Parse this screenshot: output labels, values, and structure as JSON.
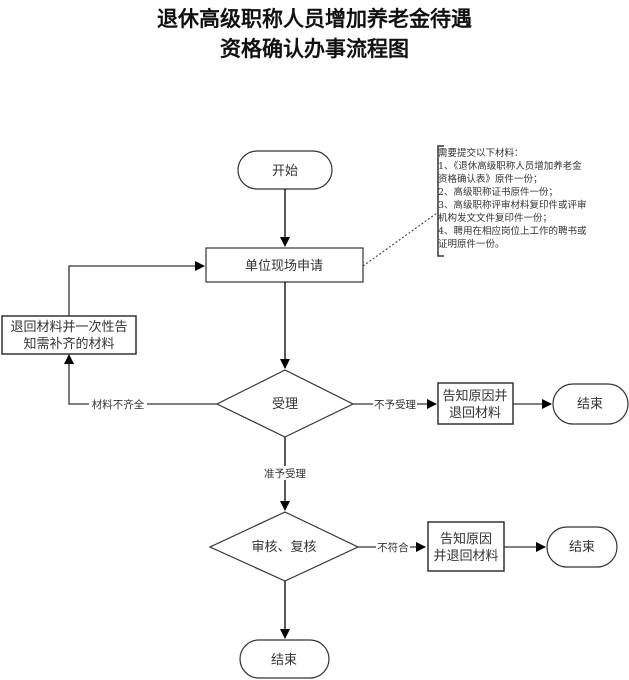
{
  "title": {
    "line1": "退休高级职称人员增加养老金待遇",
    "line2": "资格确认办事流程图"
  },
  "nodes": {
    "start": "开始",
    "apply": "单位现场申请",
    "return_materials": [
      "退回材料并一次性告",
      "知需补齐的材料"
    ],
    "accept": "受理",
    "reject_notice": [
      "告知原因并",
      "退回材料"
    ],
    "end1": "结束",
    "review": "审核、复核",
    "noncompliant_notice": [
      "告知原因",
      "并退回材料"
    ],
    "end2": "结束",
    "end3": "结束"
  },
  "edges": {
    "incomplete": "材料不齐全",
    "not_accepted": "不予受理",
    "accepted": "准予受理",
    "noncompliant": "不符合"
  },
  "note": {
    "lines": [
      "需要提交以下材料：",
      "1、《退休高级职称人员增加养老金",
      "资格确认表》原件一份；",
      "2、高级职称证书原件一份；",
      "3、高级职称评审材料复印件或评审",
      "机构发文文件复印件一份；",
      "4、聘用在相应岗位上工作的聘书或",
      "证明原件一份。"
    ]
  }
}
